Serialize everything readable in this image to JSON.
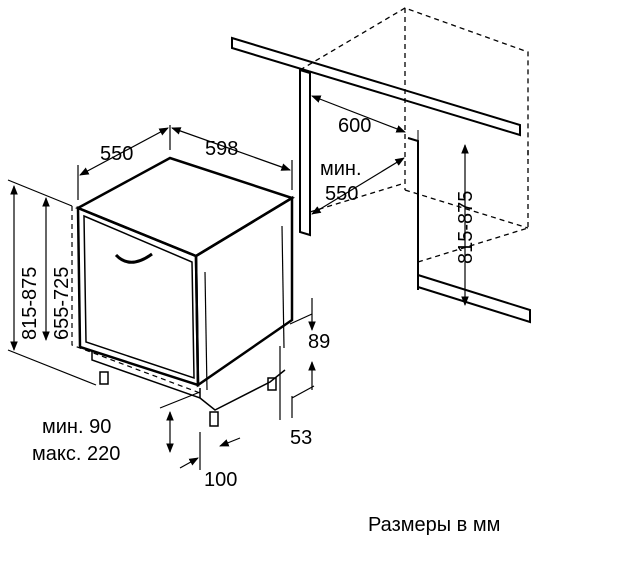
{
  "labels": {
    "depth": "550",
    "width": "598",
    "niche_depth": "600",
    "niche_min_word": "мин.",
    "niche_min_value": "550",
    "niche_height": "815-875",
    "total_height": "815-875",
    "body_height": "655-725",
    "plinth_top": "89",
    "plinth_bottom": "53",
    "plinth_min": "мин. 90",
    "plinth_max": "макс. 220",
    "foot_offset": "100",
    "units_note": "Размеры в мм"
  },
  "colors": {
    "line": "#000000",
    "background": "#ffffff"
  }
}
